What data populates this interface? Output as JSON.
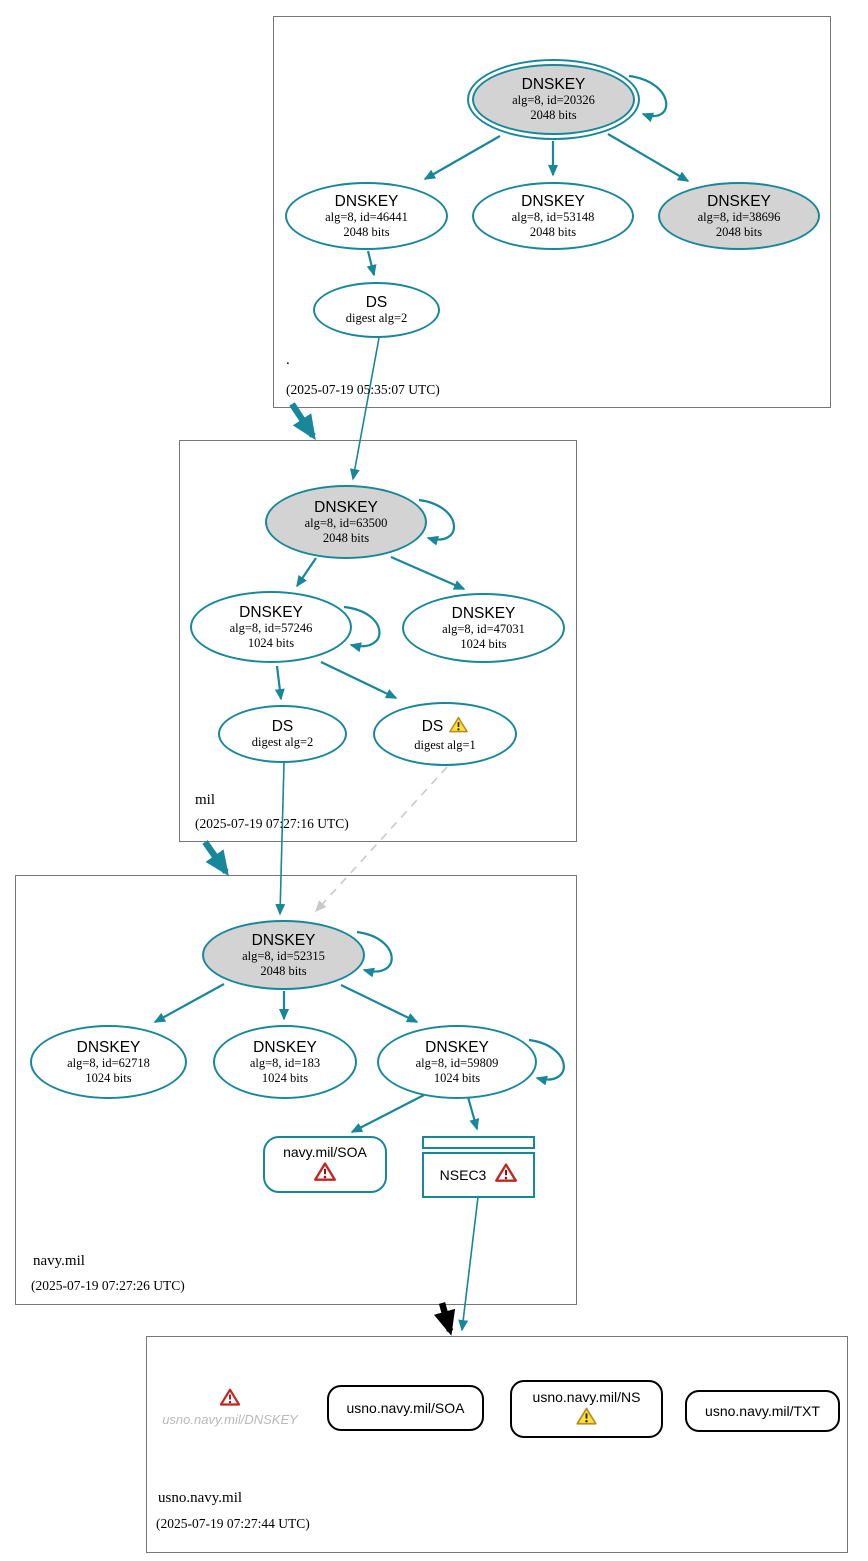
{
  "colors": {
    "secure_teal": "#17879a",
    "ksk_fill_gray": "#d3d3d3",
    "warning_yellow": "#ffdf3d",
    "error_red": "#c2271f",
    "insecure_dashed_gray": "#c9c9c9",
    "bogus_delegation_black": "#000000",
    "zone_border_gray": "#777777"
  },
  "icons": {
    "warning": "yellow-warning-triangle",
    "error": "red-error-triangle"
  },
  "zones": {
    "root": {
      "label": ".",
      "timestamp": "(2025-07-19 05:35:07 UTC)",
      "nodes": {
        "ksk": {
          "title": "DNSKEY",
          "line1": "alg=8, id=20326",
          "line2": "2048 bits"
        },
        "zsk1": {
          "title": "DNSKEY",
          "line1": "alg=8, id=46441",
          "line2": "2048 bits"
        },
        "zsk2": {
          "title": "DNSKEY",
          "line1": "alg=8, id=53148",
          "line2": "2048 bits"
        },
        "zsk3": {
          "title": "DNSKEY",
          "line1": "alg=8, id=38696",
          "line2": "2048 bits"
        },
        "ds": {
          "title": "DS",
          "line1": "digest alg=2"
        }
      }
    },
    "mil": {
      "label": "mil",
      "timestamp": "(2025-07-19 07:27:16 UTC)",
      "nodes": {
        "ksk": {
          "title": "DNSKEY",
          "line1": "alg=8, id=63500",
          "line2": "2048 bits"
        },
        "zsk1": {
          "title": "DNSKEY",
          "line1": "alg=8, id=57246",
          "line2": "1024 bits"
        },
        "zsk2": {
          "title": "DNSKEY",
          "line1": "alg=8, id=47031",
          "line2": "1024 bits"
        },
        "ds2": {
          "title": "DS",
          "line1": "digest alg=2"
        },
        "ds1": {
          "title": "DS",
          "line1": "digest alg=1"
        }
      }
    },
    "navy": {
      "label": "navy.mil",
      "timestamp": "(2025-07-19 07:27:26 UTC)",
      "nodes": {
        "ksk": {
          "title": "DNSKEY",
          "line1": "alg=8, id=52315",
          "line2": "2048 bits"
        },
        "zsk1": {
          "title": "DNSKEY",
          "line1": "alg=8, id=62718",
          "line2": "1024 bits"
        },
        "zsk2": {
          "title": "DNSKEY",
          "line1": "alg=8, id=183",
          "line2": "1024 bits"
        },
        "zsk3": {
          "title": "DNSKEY",
          "line1": "alg=8, id=59809",
          "line2": "1024 bits"
        },
        "soa": {
          "label": "navy.mil/SOA"
        },
        "nsec3": {
          "label": "NSEC3"
        }
      }
    },
    "usno": {
      "label": "usno.navy.mil",
      "timestamp": "(2025-07-19 07:27:44 UTC)",
      "nodes": {
        "dnskey_missing": {
          "label": "usno.navy.mil/DNSKEY"
        },
        "soa": {
          "label": "usno.navy.mil/SOA"
        },
        "ns": {
          "label": "usno.navy.mil/NS"
        },
        "txt": {
          "label": "usno.navy.mil/TXT"
        }
      }
    }
  }
}
